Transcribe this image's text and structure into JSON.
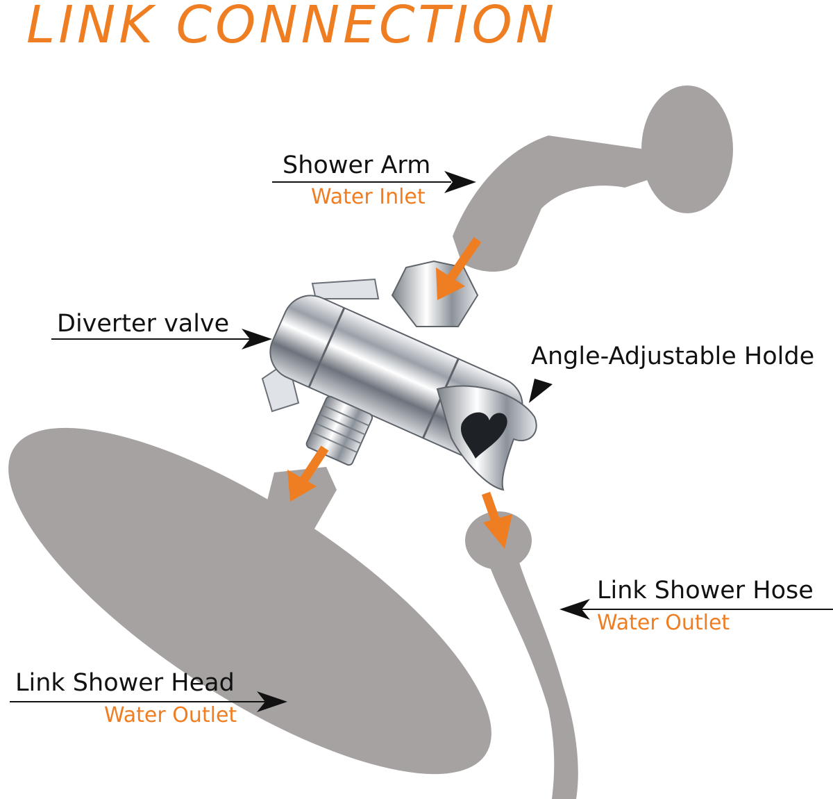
{
  "title": "LINK CONNECTION",
  "colors": {
    "title": "#ef7d22",
    "sub_label": "#ef7d22",
    "silhouette": "#a7a2a2",
    "flow_arrow": "#ef7d22",
    "chrome": "#c9ccd1"
  },
  "labels": {
    "shower_arm": {
      "main": "Shower Arm",
      "sub": "Water Inlet"
    },
    "diverter_valve": {
      "main": "Diverter valve"
    },
    "holder": {
      "main": "Angle-Adjustable Holde"
    },
    "shower_hose": {
      "main": "Link Shower Hose",
      "sub": "Water Outlet"
    },
    "shower_head": {
      "main": "Link Shower Head",
      "sub": "Water Outlet"
    }
  }
}
